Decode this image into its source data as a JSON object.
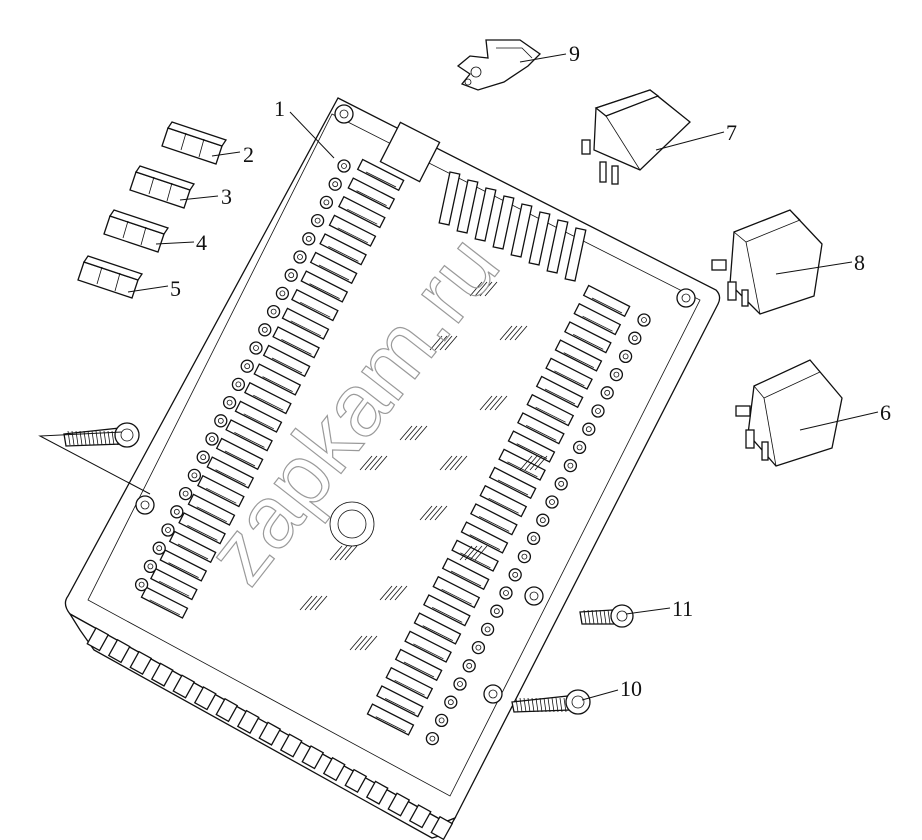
{
  "diagram": {
    "callouts": [
      {
        "id": "1",
        "label": "1"
      },
      {
        "id": "2",
        "label": "2"
      },
      {
        "id": "3",
        "label": "3"
      },
      {
        "id": "4",
        "label": "4"
      },
      {
        "id": "5",
        "label": "5"
      },
      {
        "id": "6",
        "label": "6"
      },
      {
        "id": "7",
        "label": "7"
      },
      {
        "id": "8",
        "label": "8"
      },
      {
        "id": "9",
        "label": "9"
      },
      {
        "id": "10",
        "label": "10"
      },
      {
        "id": "11",
        "label": "11"
      }
    ],
    "watermark": "zapkam.ru"
  }
}
